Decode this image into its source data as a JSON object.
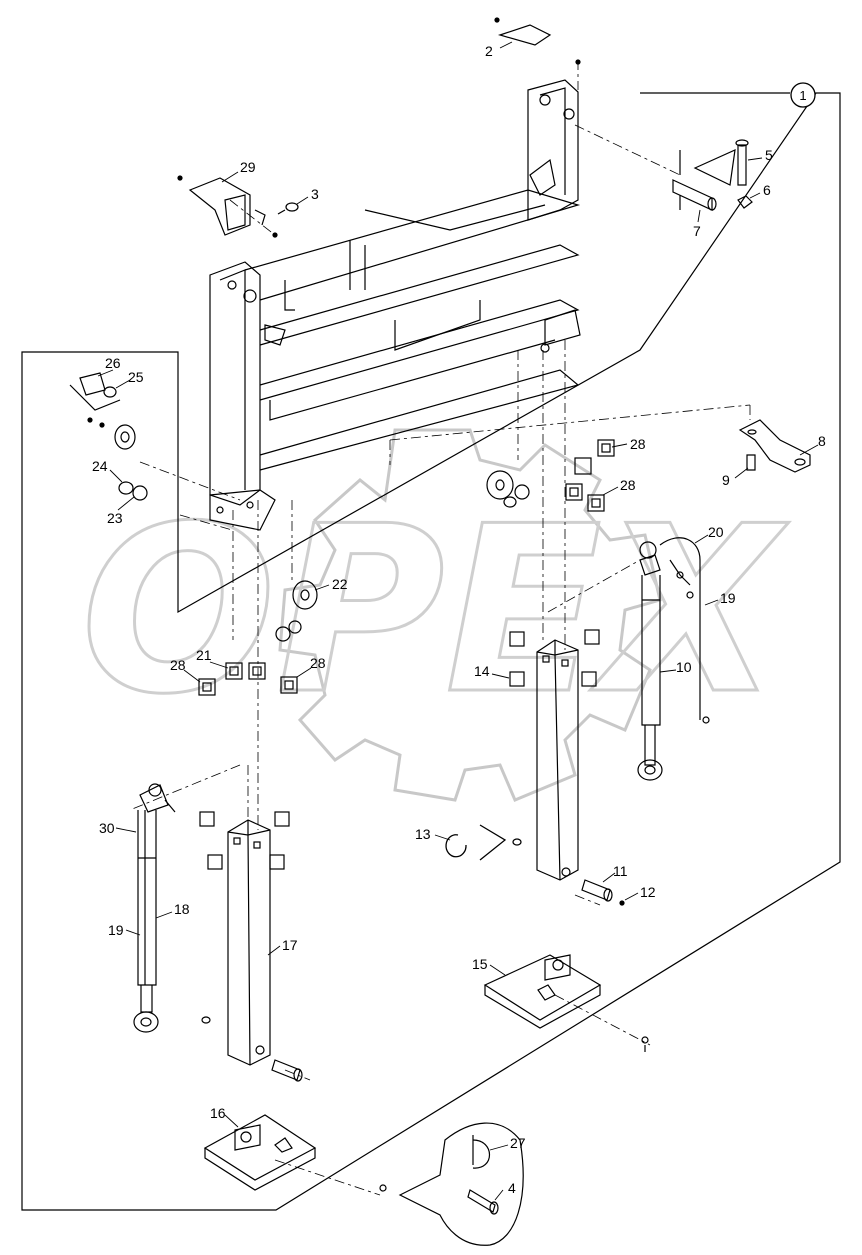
{
  "group_marker": "1",
  "watermark": "OPEX",
  "callouts": [
    "2",
    "29",
    "3",
    "5",
    "6",
    "7",
    "26",
    "25",
    "24",
    "23",
    "28",
    "28",
    "9",
    "8",
    "28",
    "20",
    "19",
    "22",
    "21",
    "28",
    "28",
    "14",
    "10",
    "13",
    "11",
    "12",
    "30",
    "18",
    "19",
    "17",
    "15",
    "16",
    "27",
    "4"
  ]
}
